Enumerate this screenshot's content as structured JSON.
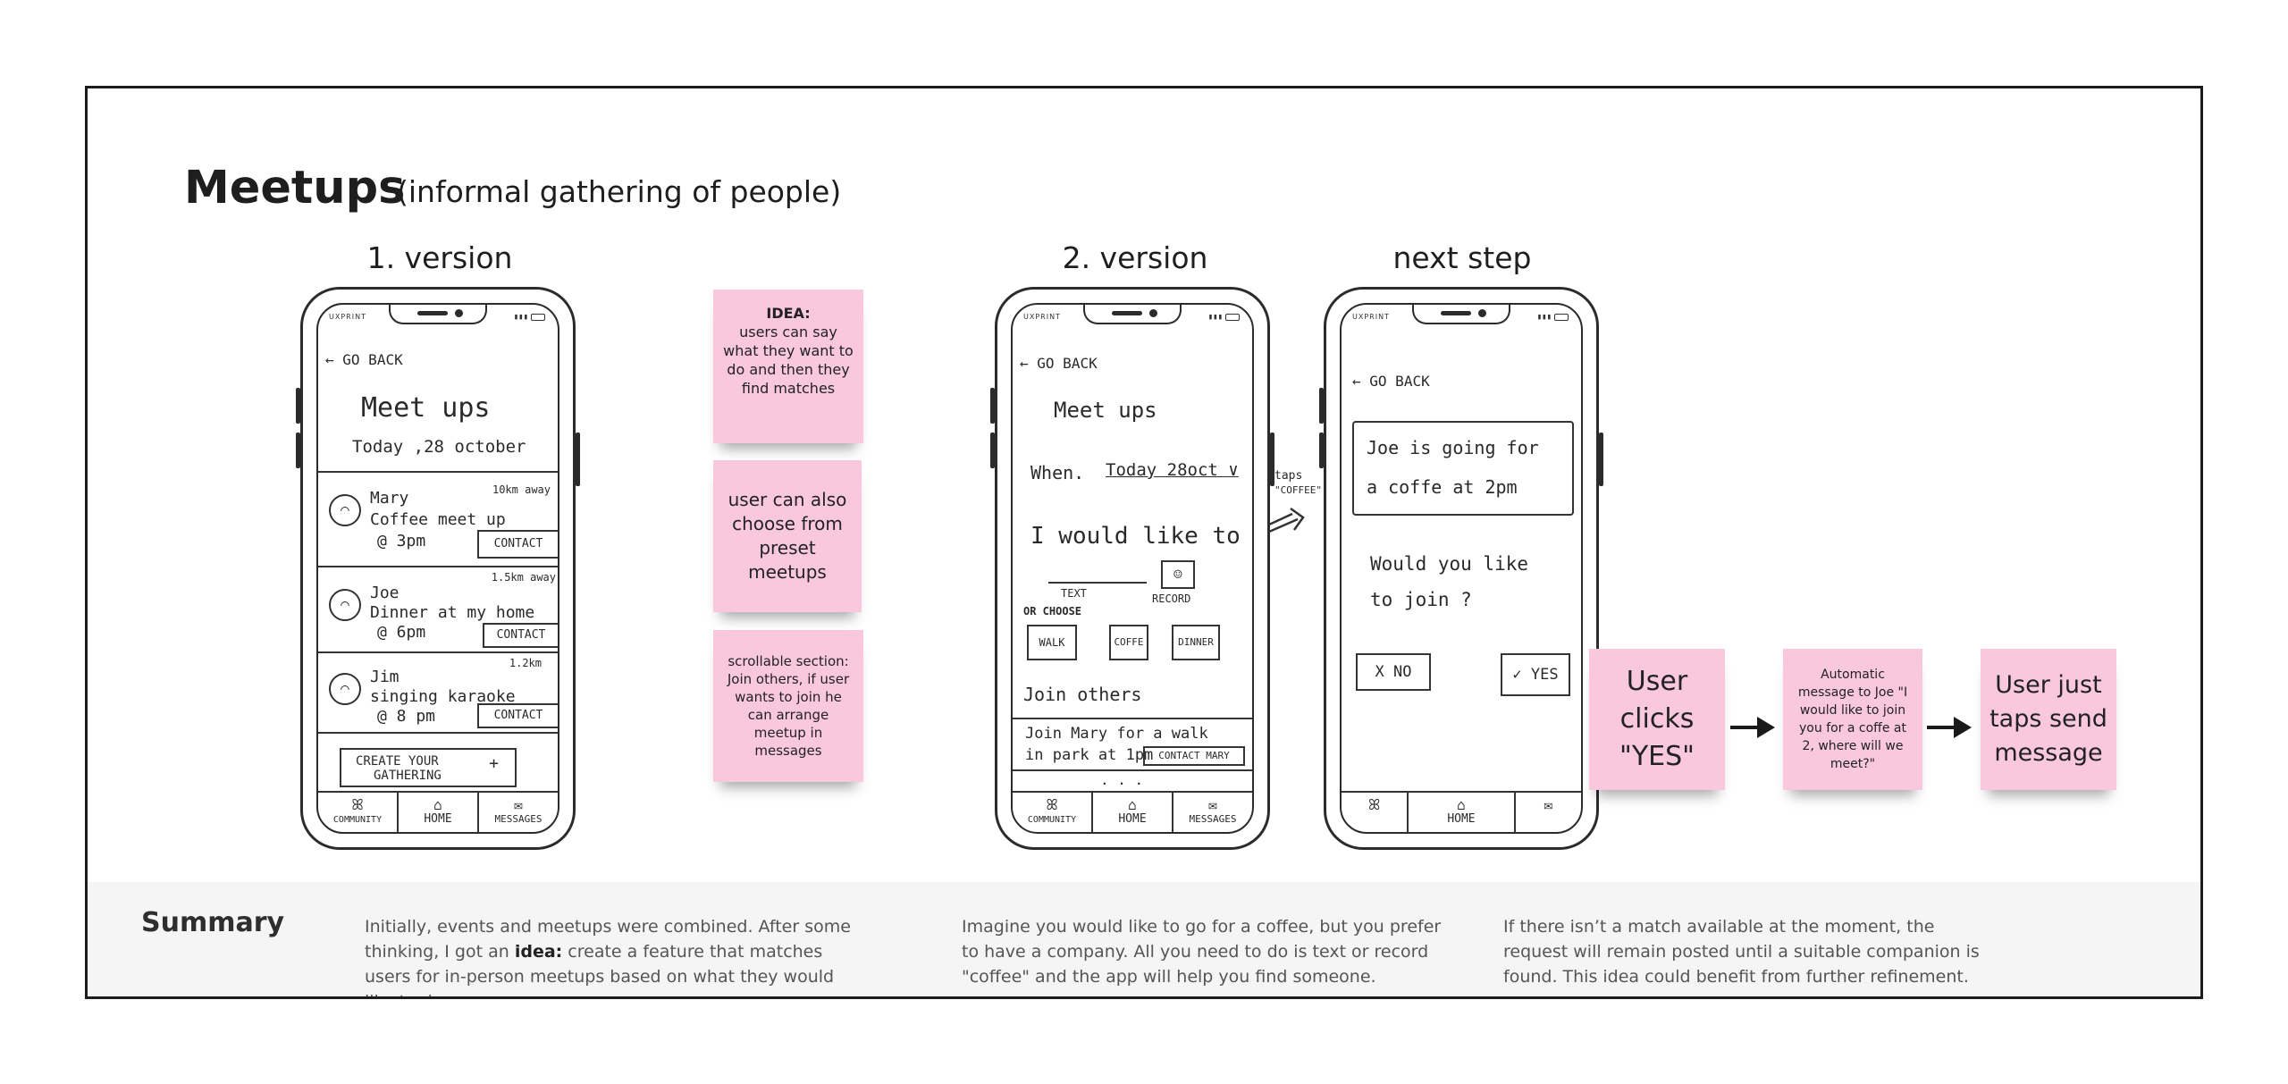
{
  "header": {
    "title": "Meetups",
    "subtitle": "(informal gathering of people)"
  },
  "columns": {
    "v1": "1. version",
    "v2": "2. version",
    "next": "next step"
  },
  "phone_common": {
    "carrier": "UXPRINT",
    "back": "GO BACK",
    "nav_community": "COMMUNITY",
    "nav_home": "HOME",
    "nav_messages": "MESSAGES"
  },
  "phone1": {
    "title": "Meet ups",
    "date": "Today ,28 october",
    "items": [
      {
        "name": "Mary",
        "dist": "10km away",
        "line1": "Coffee meet up",
        "line2": "@ 3pm",
        "action": "CONTACT"
      },
      {
        "name": "Joe",
        "dist": "1.5km away",
        "line1": "Dinner at my home",
        "line2": "@ 6pm",
        "action": "CONTACT"
      },
      {
        "name": "Jim",
        "dist": "1.2km",
        "line1": "singing karaoke",
        "line2": "@ 8 pm",
        "action": "CONTACT"
      }
    ],
    "create_line1": "CREATE YOUR",
    "create_line2": "GATHERING",
    "create_plus": "+"
  },
  "phone2": {
    "title": "Meet ups",
    "when_label": "When.",
    "when_value": "Today 28oct",
    "would_like": "I would like to",
    "text_label": "TEXT",
    "record_label": "RECORD",
    "or_choose": "OR CHOOSE",
    "options": [
      "WALK",
      "COFFE",
      "DINNER"
    ],
    "join_others": "Join others",
    "join_line1": "Join Mary for a walk",
    "join_line2": "in park at 1pm",
    "join_action": "CONTACT MARY",
    "more": ". . ."
  },
  "taps_note": {
    "line1": "taps",
    "line2": "\"COFFEE\""
  },
  "phone3": {
    "msg_line1": "Joe is going for",
    "msg_line2": "a coffe at 2pm",
    "question_line1": "Would you like",
    "question_line2": "to join ?",
    "no": "X NO",
    "yes": "✓ YES"
  },
  "stickies": {
    "idea_title": "IDEA:",
    "idea_body": "users can say what they want to do and then they find matches",
    "preset": "user can also choose from preset meetups",
    "scrollable": "scrollable section: Join others, if user wants to join he can arrange meetup in messages",
    "clicks_yes": "User clicks \"YES\"",
    "auto_msg": "Automatic message to Joe \"I would like to join you for a coffe at 2, where will we meet?\"",
    "send": "User just taps send message"
  },
  "summary": {
    "title": "Summary",
    "p1_before": "Initially, events and meetups were combined. After some thinking, I got an",
    "p1_bold": "idea:",
    "p1_after": "create a feature that matches users for in-person meetups based on what they would like to do.",
    "p2": "Imagine you would like to go for a coffee, but you prefer to have a company. All you need to do is text or record \"coffee\" and the app will help you find someone.",
    "p3": "If there isn’t a match available at the moment, the request will remain posted until a suitable companion is found. This idea could benefit from further refinement."
  },
  "colors": {
    "sticky": "#f9c8dc",
    "ink": "#1a1a1a",
    "summary_band": "#f5f5f5"
  }
}
